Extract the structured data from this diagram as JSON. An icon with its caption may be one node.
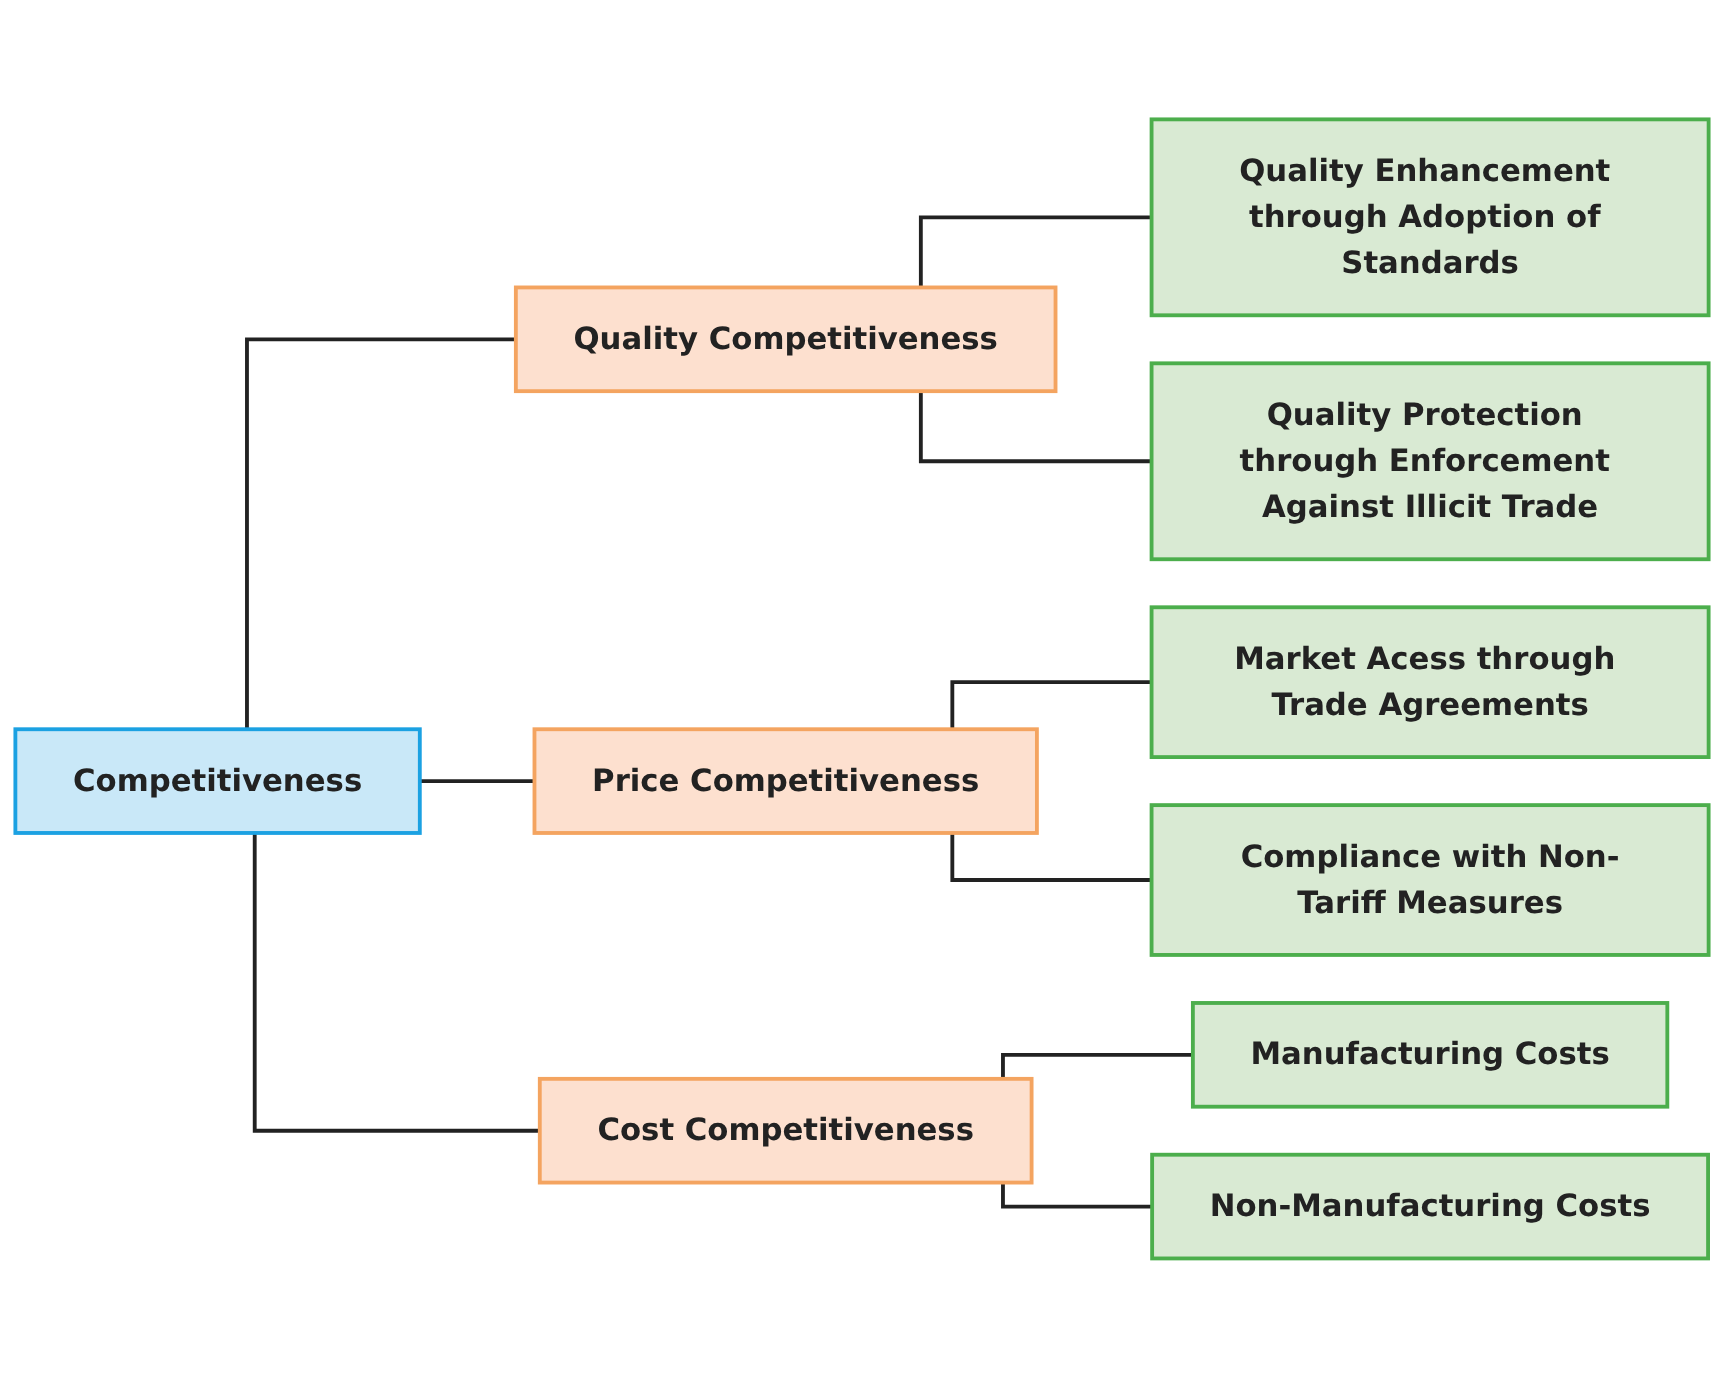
{
  "diagram": {
    "nodes": [
      {
        "text": [
          "Competitiveness"
        ]
      },
      {
        "text": [
          "Quality Competitiveness"
        ]
      },
      {
        "text": [
          "Price Competitiveness"
        ]
      },
      {
        "text": [
          "Cost Competitiveness"
        ]
      },
      {
        "text": [
          "Quality Enhancement through Adoption of Standards"
        ]
      },
      {
        "text": [
          "Quality Protection through Enforcement Against Illicit Trade"
        ]
      },
      {
        "text": [
          "Market Acess through Trade Agreements"
        ]
      },
      {
        "text": [
          "Compliance with Non-Tariff Measures"
        ]
      },
      {
        "text": [
          "Manufacturing Costs"
        ]
      },
      {
        "text": [
          "Non-Manufacturing Costs"
        ]
      }
    ],
    "edges": [
      {
        "from": 0,
        "to": 1,
        "arrow": "none"
      },
      {
        "from": 0,
        "to": 2,
        "arrow": "none"
      },
      {
        "from": 0,
        "to": 3,
        "arrow": "none"
      },
      {
        "from": 1,
        "to": 4,
        "arrow": "none"
      },
      {
        "from": 1,
        "to": 5,
        "arrow": "none"
      },
      {
        "from": 2,
        "to": 6,
        "arrow": "none"
      },
      {
        "from": 2,
        "to": 7,
        "arrow": "none"
      },
      {
        "from": 3,
        "to": 8,
        "arrow": "none"
      },
      {
        "from": 3,
        "to": 9,
        "arrow": "none"
      }
    ]
  }
}
